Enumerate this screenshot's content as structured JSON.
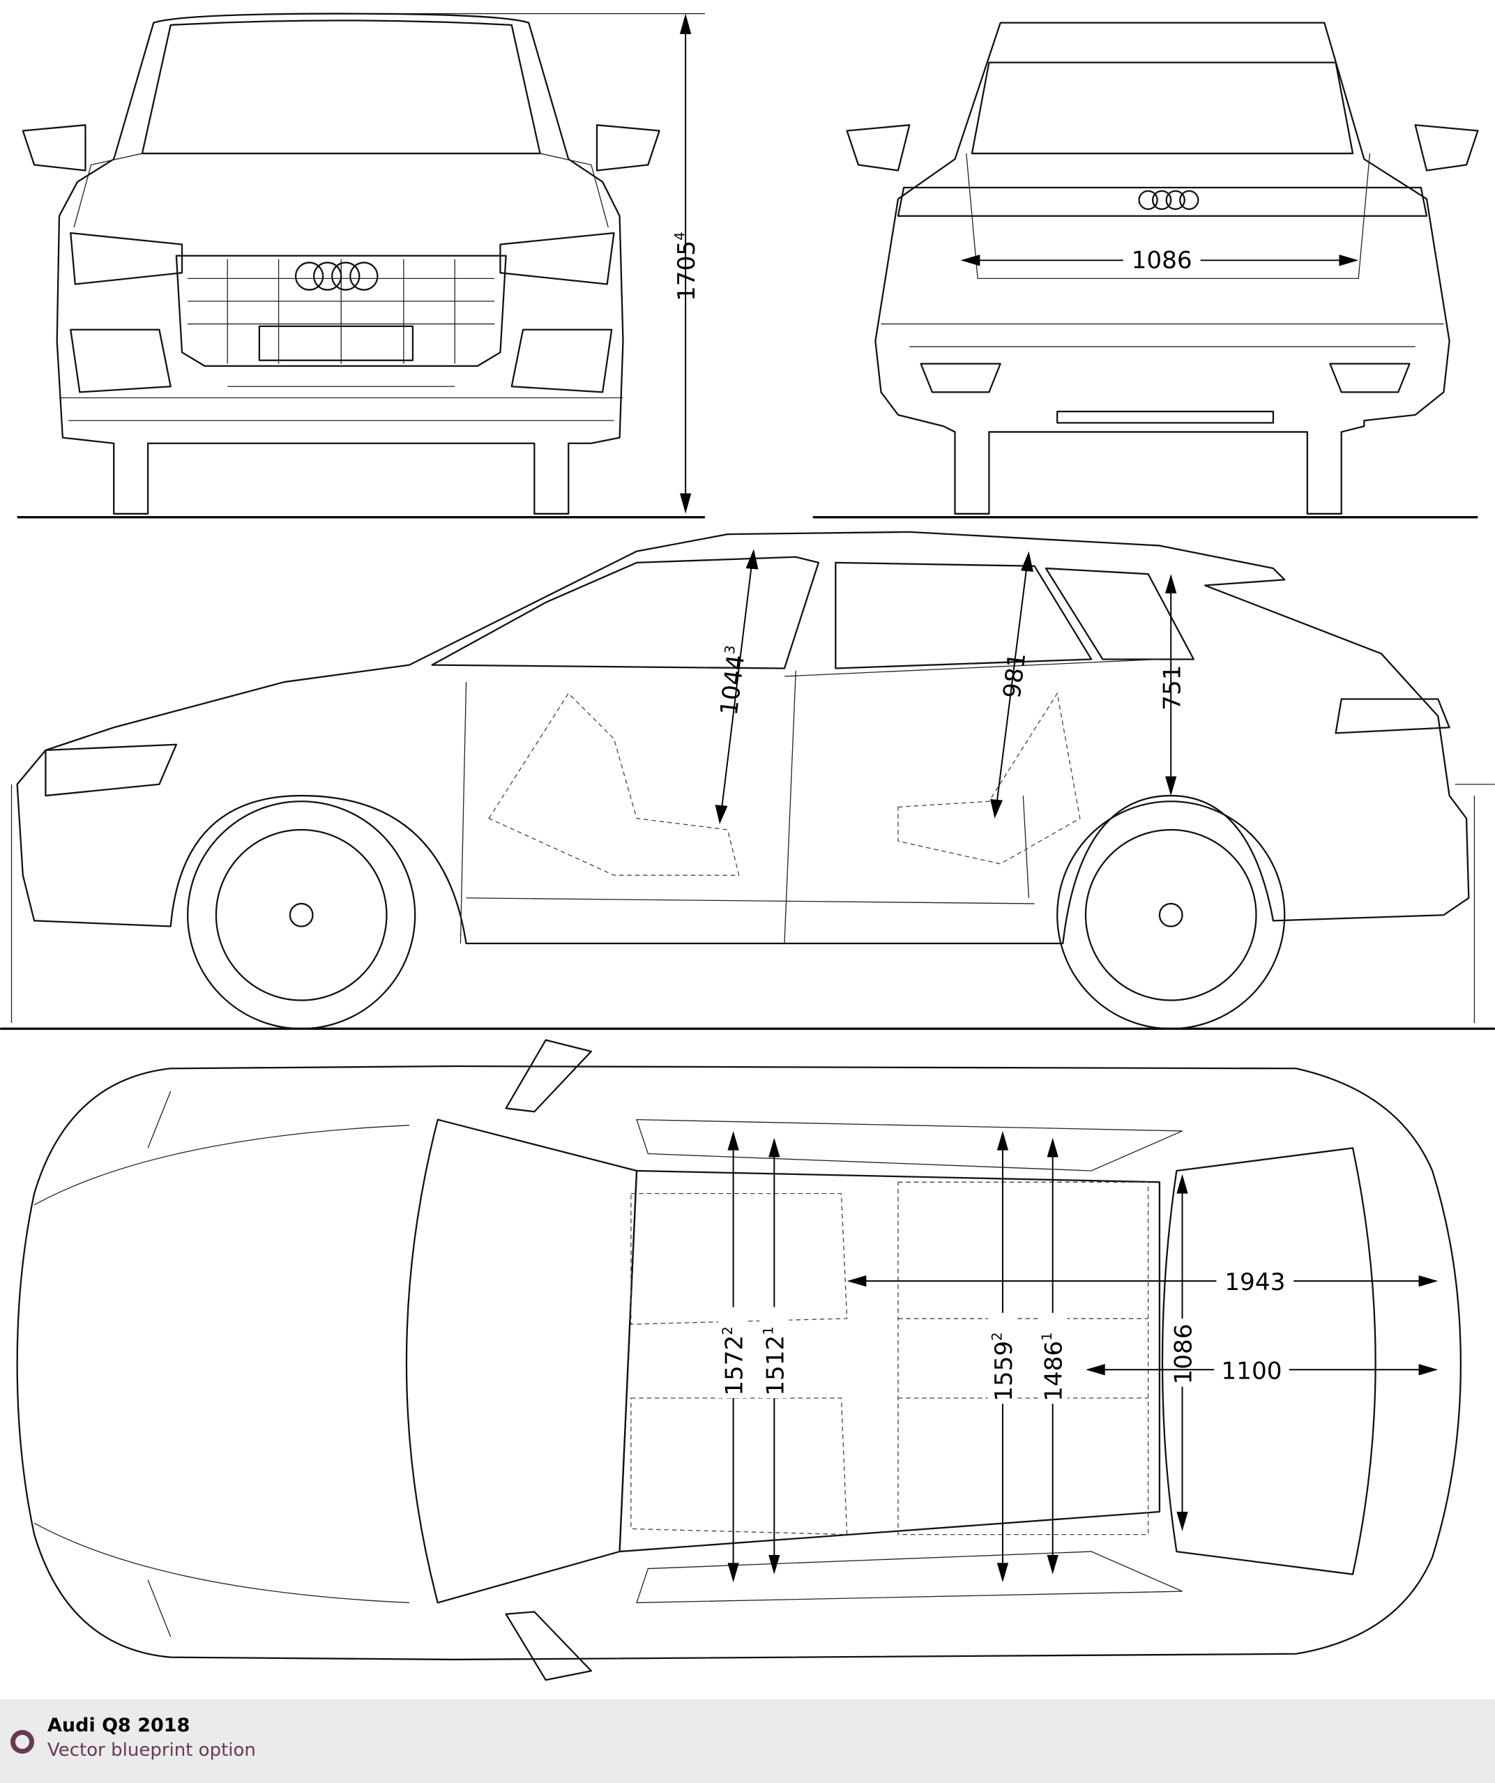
{
  "footer": {
    "title": "Audi Q8 2018",
    "subtitle": "Vector blueprint option",
    "accent_color": "#663a53",
    "icon": "ring-icon"
  },
  "dimensions": {
    "front_height": {
      "value": "1705",
      "note": "4"
    },
    "rear_width": {
      "value": "1086"
    },
    "side_front_headroom": {
      "value": "1044",
      "note": "3"
    },
    "side_rear_headroom": {
      "value": "981"
    },
    "side_load_height": {
      "value": "751"
    },
    "top_front_shoulder": {
      "value": "1572",
      "note": "2"
    },
    "top_front_hip": {
      "value": "1512",
      "note": "1"
    },
    "top_rear_shoulder": {
      "value": "1559",
      "note": "2"
    },
    "top_rear_hip": {
      "value": "1486",
      "note": "1"
    },
    "top_cargo_width": {
      "value": "1086"
    },
    "top_cargo_length_max": {
      "value": "1943"
    },
    "top_cargo_length": {
      "value": "1100"
    }
  }
}
